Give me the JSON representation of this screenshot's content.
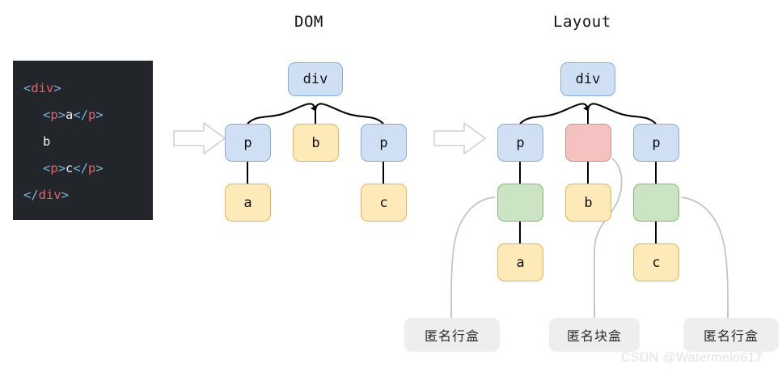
{
  "titles": {
    "dom": "DOM",
    "layout": "Layout"
  },
  "code": {
    "lines": [
      {
        "indent": 0,
        "parts": [
          {
            "t": "punct",
            "s": "<"
          },
          {
            "t": "tag",
            "s": "div"
          },
          {
            "t": "punct",
            "s": ">"
          }
        ]
      },
      {
        "indent": 1,
        "parts": [
          {
            "t": "punct",
            "s": "<"
          },
          {
            "t": "tag",
            "s": "p"
          },
          {
            "t": "punct",
            "s": ">"
          },
          {
            "t": "text",
            "s": "a"
          },
          {
            "t": "punct",
            "s": "</"
          },
          {
            "t": "tag",
            "s": "p"
          },
          {
            "t": "punct",
            "s": ">"
          }
        ]
      },
      {
        "indent": 1,
        "parts": [
          {
            "t": "text",
            "s": "b"
          }
        ]
      },
      {
        "indent": 1,
        "parts": [
          {
            "t": "punct",
            "s": "<"
          },
          {
            "t": "tag",
            "s": "p"
          },
          {
            "t": "punct",
            "s": ">"
          },
          {
            "t": "text",
            "s": "c"
          },
          {
            "t": "punct",
            "s": "</"
          },
          {
            "t": "tag",
            "s": "p"
          },
          {
            "t": "punct",
            "s": ">"
          }
        ]
      },
      {
        "indent": 0,
        "parts": [
          {
            "t": "punct",
            "s": "</"
          },
          {
            "t": "tag",
            "s": "div"
          },
          {
            "t": "punct",
            "s": ">"
          }
        ]
      }
    ]
  },
  "dom_tree": {
    "nodes": [
      {
        "id": "dom-div",
        "label": "div",
        "kind": "element",
        "color": "blue"
      },
      {
        "id": "dom-p1",
        "label": "p",
        "kind": "element",
        "color": "blue"
      },
      {
        "id": "dom-textb",
        "label": "b",
        "kind": "text-node",
        "color": "yellow"
      },
      {
        "id": "dom-p2",
        "label": "p",
        "kind": "element",
        "color": "blue"
      },
      {
        "id": "dom-texta",
        "label": "a",
        "kind": "text-node",
        "color": "yellow"
      },
      {
        "id": "dom-textc",
        "label": "c",
        "kind": "text-node",
        "color": "yellow"
      }
    ]
  },
  "layout_tree": {
    "nodes": [
      {
        "id": "lay-div",
        "label": "div",
        "kind": "element",
        "color": "blue"
      },
      {
        "id": "lay-p1",
        "label": "p",
        "kind": "element",
        "color": "blue"
      },
      {
        "id": "lay-anonb",
        "label": "",
        "kind": "anonymous-block",
        "color": "red"
      },
      {
        "id": "lay-p2",
        "label": "p",
        "kind": "element",
        "color": "blue"
      },
      {
        "id": "lay-line1",
        "label": "",
        "kind": "anonymous-line",
        "color": "green"
      },
      {
        "id": "lay-textb",
        "label": "b",
        "kind": "text-node",
        "color": "yellow"
      },
      {
        "id": "lay-line2",
        "label": "",
        "kind": "anonymous-line",
        "color": "green"
      },
      {
        "id": "lay-texta",
        "label": "a",
        "kind": "text-node",
        "color": "yellow"
      },
      {
        "id": "lay-textc",
        "label": "c",
        "kind": "text-node",
        "color": "yellow"
      }
    ]
  },
  "callouts": [
    {
      "id": "callout-left",
      "text": "匿名行盒"
    },
    {
      "id": "callout-middle",
      "text": "匿名块盒"
    },
    {
      "id": "callout-right",
      "text": "匿名行盒"
    }
  ],
  "watermark": "CSDN @Watermelo617",
  "colors": {
    "element_fill": "#cfe0f5",
    "element_stroke": "#8aabd8",
    "text_node_fill": "#fdeab8",
    "text_node_stroke": "#dfb55f",
    "anon_block_fill": "#f4c3c1",
    "anon_block_stroke": "#d98b86",
    "anon_line_fill": "#cbe5c4",
    "anon_line_stroke": "#83b877",
    "code_bg": "#22252a",
    "code_punct": "#72b9e0",
    "code_tag": "#e8636f",
    "callout_bg": "#eeeeee",
    "connector": "#bfbfbf",
    "edge": "#000000"
  }
}
